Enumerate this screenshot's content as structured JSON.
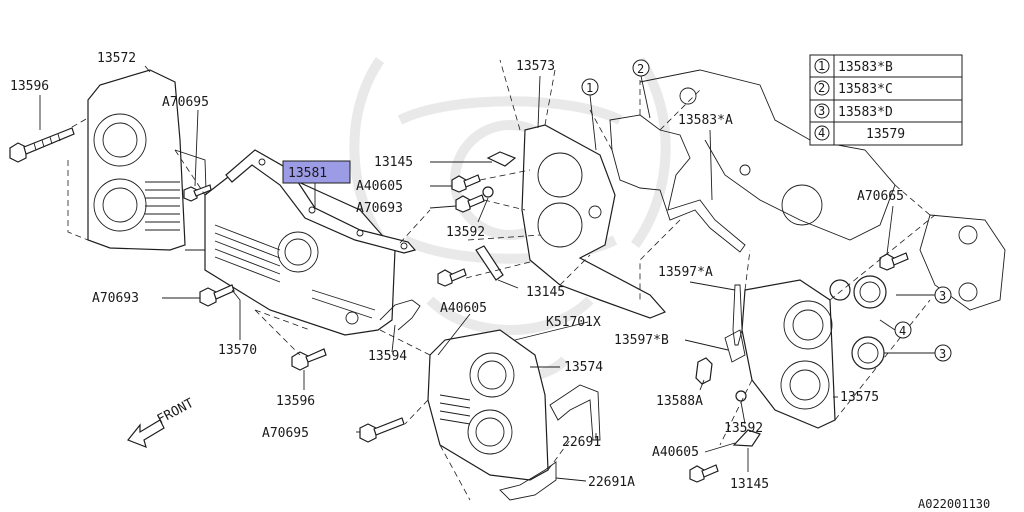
{
  "colors": {
    "highlight": "#9c9ce6",
    "line": "#1e1e1e",
    "text": "#1a1a1a",
    "watermark": "#e9e9e9"
  },
  "icons": {
    "front_arrow": "front-arrow-icon",
    "watermark": "watermark-emblem-icon",
    "circled_numbers": "circled-number-icon"
  },
  "labels": {
    "p13572": "13572",
    "p13596_top": "13596",
    "a70695_top": "A70695",
    "p13581": "13581",
    "p13145_top": "13145",
    "a40605_top": "A40605",
    "a70693_top": "A70693",
    "p13592_top": "13592",
    "p13573": "13573",
    "p13583a": "13583*A",
    "a70665": "A70665",
    "p13145_mid": "13145",
    "p13597a": "13597*A",
    "p13597b": "13597*B",
    "a70693_left": "A70693",
    "p13570": "13570",
    "a40605_mid": "A40605",
    "k51701x": "K51701X",
    "p13594": "13594",
    "p13574": "13574",
    "p13596_bottom": "13596",
    "p13588a": "13588A",
    "p13575": "13575",
    "p13592_bottom": "13592",
    "a70695_bottom": "A70695",
    "p22691": "22691",
    "a40605_bottom": "A40605",
    "p22691a": "22691A",
    "p13145_bottom": "13145",
    "front": "FRONT",
    "diagram_id": "A022001130"
  },
  "legend": {
    "rows": [
      {
        "num": "1",
        "part": "13583*B"
      },
      {
        "num": "2",
        "part": "13583*C"
      },
      {
        "num": "3",
        "part": "13583*D"
      },
      {
        "num": "4",
        "part": "13579"
      }
    ]
  },
  "callouts": {
    "c1": "1",
    "c2": "2",
    "c3a": "3",
    "c3b": "3",
    "c4": "4"
  }
}
